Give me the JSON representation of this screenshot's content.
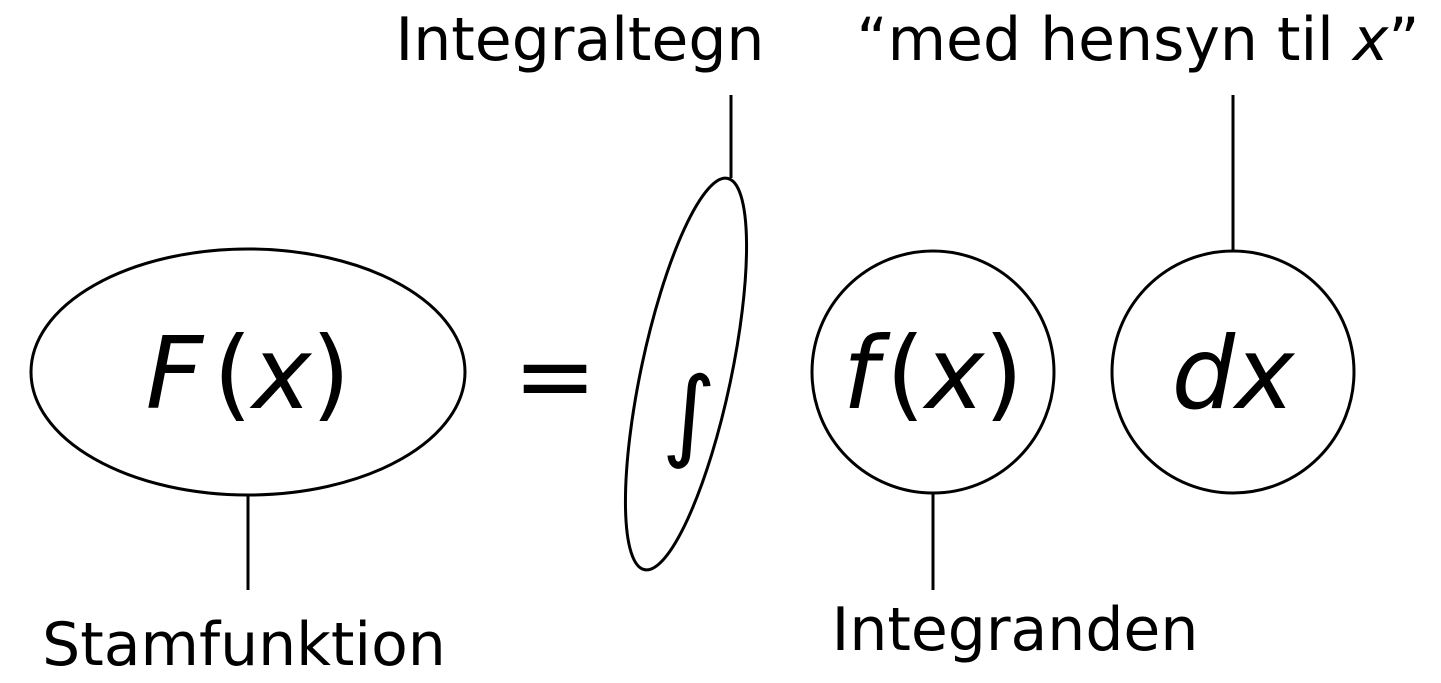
{
  "labels": {
    "integral_sign": "Integraltegn",
    "with_respect_to": "“med hensyn til ",
    "with_respect_to_var": "x",
    "with_respect_to_close": "”",
    "antiderivative": "Stamfunktion",
    "integrand": "Integranden"
  },
  "equation": {
    "lhs_fn": "F",
    "lhs_open": "(",
    "lhs_var": "x",
    "lhs_close": ")",
    "equals": "=",
    "integral": "∫",
    "integrand_fn": "f",
    "integrand_open": "(",
    "integrand_var": "x",
    "integrand_close": ")",
    "differential": "dx"
  },
  "colors": {
    "ink": "#000000",
    "background": "#ffffff"
  }
}
